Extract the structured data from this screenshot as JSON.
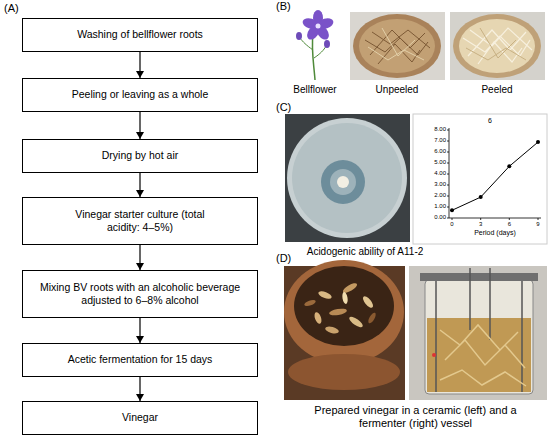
{
  "diagram": {
    "nodes": [
      {
        "text": [
          "Washing of bellflower roots"
        ]
      },
      {
        "text": [
          "Peeling or leaving as a whole"
        ]
      },
      {
        "text": [
          "Drying by hot air"
        ]
      },
      {
        "text": [
          "Vinegar starter culture (total acidity: 4–5%)"
        ]
      },
      {
        "text": [
          "Mixing BV roots with an alcoholic beverage adjusted to 6–8% alcohol"
        ]
      },
      {
        "text": [
          "Acetic fermentation for 15 days"
        ]
      },
      {
        "text": [
          "Vinegar"
        ]
      }
    ],
    "edges": [
      {
        "from": 0,
        "to": 1,
        "arrow": "to"
      },
      {
        "from": 1,
        "to": 2,
        "arrow": "to"
      },
      {
        "from": 2,
        "to": 3,
        "arrow": "to"
      },
      {
        "from": 3,
        "to": 4,
        "arrow": "to"
      },
      {
        "from": 4,
        "to": 5,
        "arrow": "to"
      },
      {
        "from": 5,
        "to": 6,
        "arrow": "to"
      }
    ],
    "labels": [
      "(A)",
      "(B)",
      "Bellflower",
      "Unpeeled",
      "Peeled",
      "(C)",
      "6",
      "8.00",
      "7.00",
      "6.00",
      "5.00",
      "4.00",
      "3.00",
      "2.00",
      "1.00",
      "0.00",
      "0",
      "3",
      "6",
      "9",
      "Period (days)",
      "Acidogenic ability of A11-2",
      "(D)",
      "Prepared vinegar in a ceramic (left) and a fermenter (right) vessel"
    ]
  }
}
